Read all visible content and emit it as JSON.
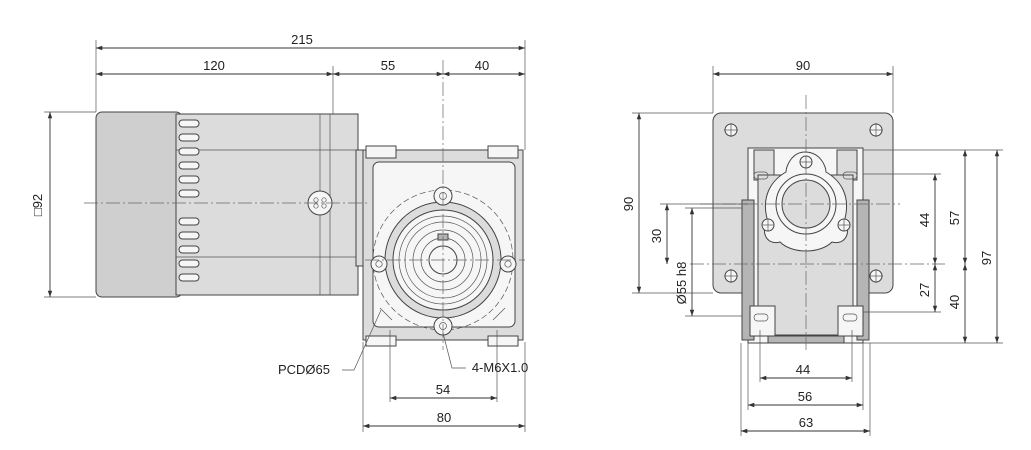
{
  "side_view": {
    "dim_overall": "215",
    "dim_motor": "120",
    "dim_gear_left": "55",
    "dim_gear_right": "40",
    "dim_square": "□92",
    "dim_54": "54",
    "dim_80": "80",
    "label_pcd": "PCDØ65",
    "label_thread": "4-M6X1.0"
  },
  "end_view": {
    "dim_width": "90",
    "dim_height": "90",
    "dim_30": "30",
    "dim_shaft": "Ø55 h8",
    "dim_44v": "44",
    "dim_57": "57",
    "dim_97": "97",
    "dim_27": "27",
    "dim_40": "40",
    "dim_44h": "44",
    "dim_56": "56",
    "dim_63": "63"
  }
}
